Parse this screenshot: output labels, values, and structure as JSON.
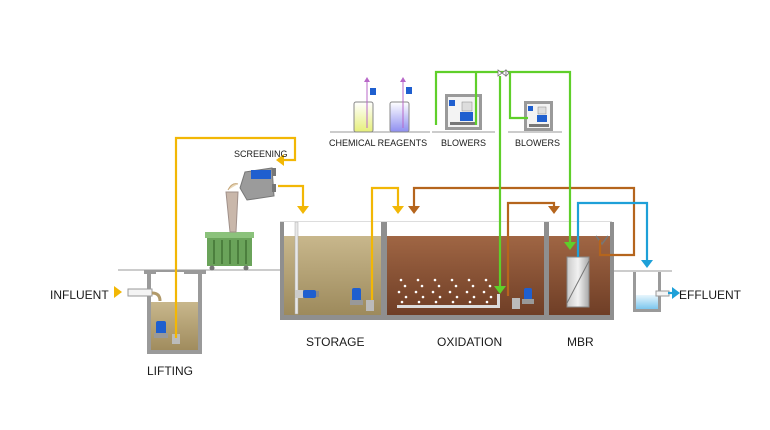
{
  "diagram": {
    "title": "Wastewater treatment process with MBR",
    "labels": {
      "influent": "INFLUENT",
      "effluent": "EFFLUENT",
      "lifting": "LIFTING",
      "screening": "SCREENING",
      "storage": "STORAGE",
      "oxidation": "OXIDATION",
      "mbr": "MBR",
      "chemical_reagents": "CHEMICAL REAGENTS",
      "blowers_1": "BLOWERS",
      "blowers_2": "BLOWERS"
    },
    "colors": {
      "sewage_line": "#f2b705",
      "sludge_line": "#b5651d",
      "air_line": "#5fcf2a",
      "permeate_line": "#1ea0d8",
      "tank_wall": "#8c8c8c",
      "storage_liquid": "#b9a67a",
      "oxidation_liquid": "#8a5236",
      "pump_blue": "#1f5fcf",
      "bin_green": "#5a9a4a",
      "effluent_water": "#8fcff0"
    },
    "flows": [
      {
        "name": "influent-to-lifting",
        "type": "sewage"
      },
      {
        "name": "lifting-to-screening",
        "type": "sewage"
      },
      {
        "name": "screening-to-storage",
        "type": "sewage"
      },
      {
        "name": "storage-to-oxidation",
        "type": "sewage"
      },
      {
        "name": "mbr-recirculation-to-oxidation",
        "type": "sludge"
      },
      {
        "name": "oxidation-to-mbr",
        "type": "sludge"
      },
      {
        "name": "blowers-to-oxidation-diffusers",
        "type": "air"
      },
      {
        "name": "blowers-to-mbr-module",
        "type": "air"
      },
      {
        "name": "mbr-permeate-to-effluent",
        "type": "permeate"
      }
    ]
  }
}
